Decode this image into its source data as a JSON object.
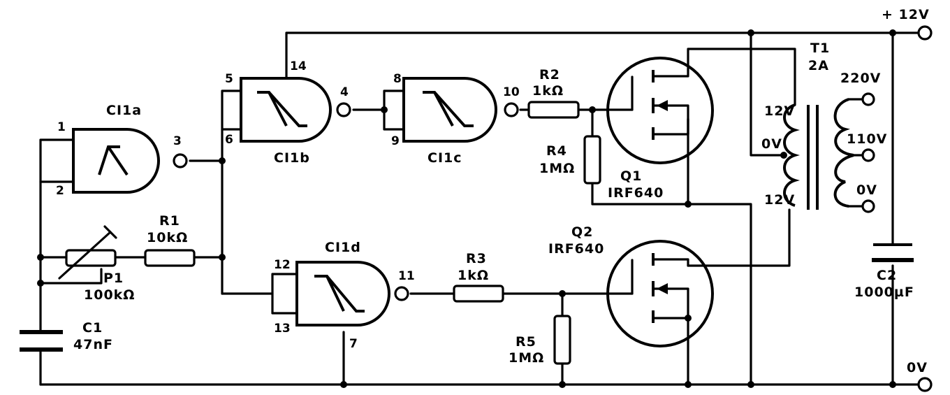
{
  "supply": {
    "positive": "+ 12V",
    "ground": "0V"
  },
  "gates": [
    {
      "id": "a",
      "label": "CI1a",
      "pin_in1": "1",
      "pin_in2": "2",
      "pin_out": "3"
    },
    {
      "id": "b",
      "label": "CI1b",
      "pin_in1": "5",
      "pin_in2": "6",
      "pin_out": "4",
      "pin_vcc": "14"
    },
    {
      "id": "c",
      "label": "CI1c",
      "pin_in1": "8",
      "pin_in2": "9",
      "pin_out": "10"
    },
    {
      "id": "d",
      "label": "CI1d",
      "pin_in1": "12",
      "pin_in2": "13",
      "pin_out": "11",
      "pin_gnd": "7"
    }
  ],
  "resistors": [
    {
      "id": "r1",
      "name": "R1",
      "value": "10kΩ"
    },
    {
      "id": "r2",
      "name": "R2",
      "value": "1kΩ"
    },
    {
      "id": "r3",
      "name": "R3",
      "value": "1kΩ"
    },
    {
      "id": "r4",
      "name": "R4",
      "value": "1MΩ"
    },
    {
      "id": "r5",
      "name": "R5",
      "value": "1MΩ"
    }
  ],
  "potentiometer": {
    "name": "P1",
    "value": "100kΩ"
  },
  "capacitors": [
    {
      "id": "c1",
      "name": "C1",
      "value": "47nF"
    },
    {
      "id": "c2",
      "name": "C2",
      "value": "1000µF"
    }
  ],
  "transistors": [
    {
      "id": "q1",
      "name": "Q1",
      "part": "IRF640"
    },
    {
      "id": "q2",
      "name": "Q2",
      "part": "IRF640"
    }
  ],
  "transformer": {
    "name": "T1",
    "rating": "2A",
    "primary": [
      "12V",
      "0V",
      "12V"
    ],
    "secondary": [
      "220V",
      "110V",
      "0V"
    ]
  }
}
